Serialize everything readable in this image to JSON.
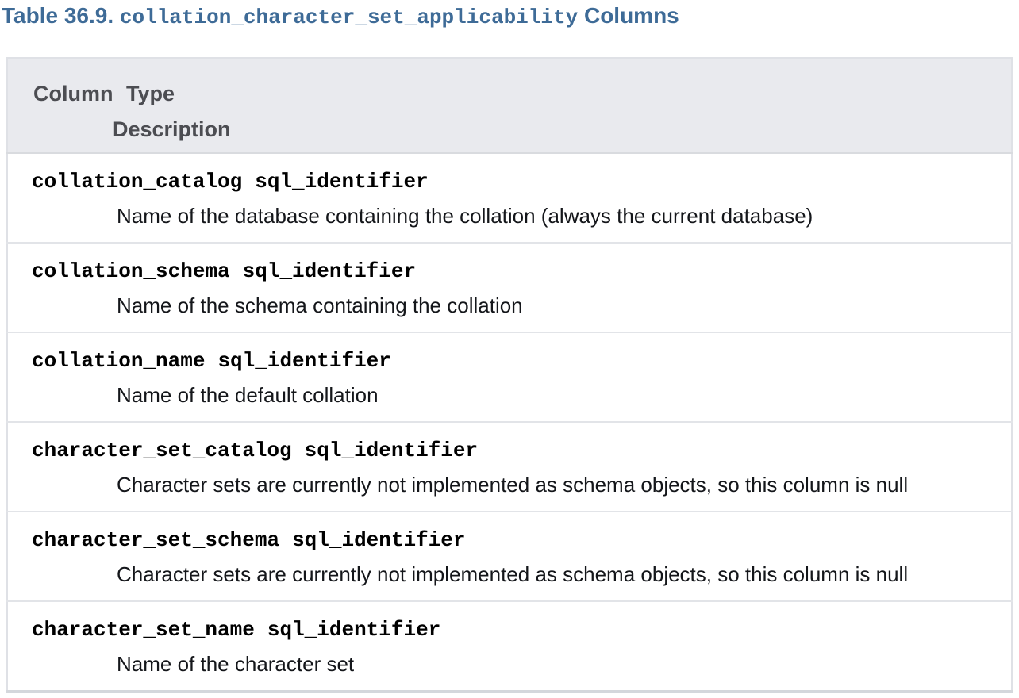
{
  "title": {
    "prefix": "Table 36.9. ",
    "code": "collation_character_set_applicability",
    "suffix": " Columns"
  },
  "table": {
    "header": {
      "line1": "Column Type",
      "line2": "Description"
    },
    "rows": [
      {
        "column": "collation_catalog",
        "type": "sql_identifier",
        "description": "Name of the database containing the collation (always the current database)"
      },
      {
        "column": "collation_schema",
        "type": "sql_identifier",
        "description": "Name of the schema containing the collation"
      },
      {
        "column": "collation_name",
        "type": "sql_identifier",
        "description": "Name of the default collation"
      },
      {
        "column": "character_set_catalog",
        "type": "sql_identifier",
        "description": "Character sets are currently not implemented as schema objects, so this column is null"
      },
      {
        "column": "character_set_schema",
        "type": "sql_identifier",
        "description": "Character sets are currently not implemented as schema objects, so this column is null"
      },
      {
        "column": "character_set_name",
        "type": "sql_identifier",
        "description": "Name of the character set"
      }
    ]
  },
  "colors": {
    "title_blue": "#3e6b97",
    "header_bg": "#e9eaee",
    "header_text": "#4c4d52",
    "text": "#14161a",
    "mono_text": "#000000",
    "border_outer": "#dfe1e6",
    "border_bottom": "#d4d7dc",
    "row_sep": "#e2e4e8",
    "header_sep": "#d9dbdf",
    "page_bg": "#ffffff"
  }
}
